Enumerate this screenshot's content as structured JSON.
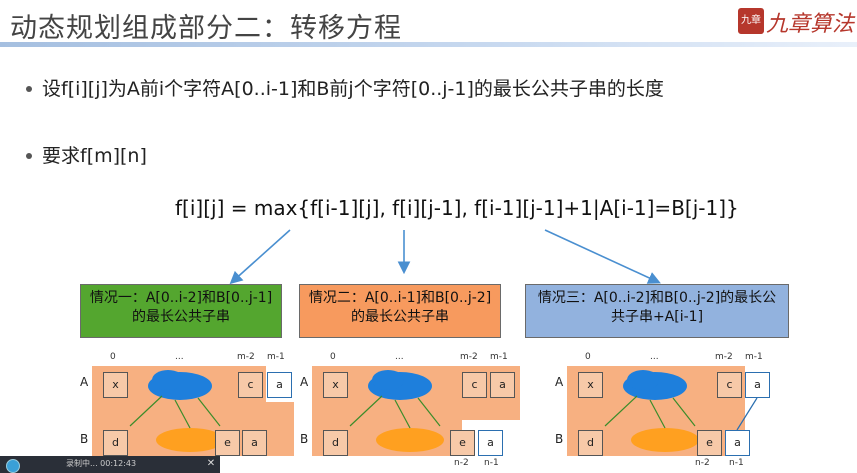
{
  "slide": {
    "title": "动态规划组成部分二：转移方程",
    "logo_text": "九章算法",
    "seal_text": "九章"
  },
  "bullets": [
    "设f[i][j]为A前i个字符A[0..i-1]和B前j个字符[0..j-1]的最长公共子串的长度",
    "要求f[m][n]"
  ],
  "formula": "f[i][j] = max{f[i-1][j], f[i][j-1], f[i-1][j-1]+1|A[i-1]=B[j-1]}",
  "cases": [
    {
      "label": "情况一：A[0..i-2]和B[0..j-1]的最长公共子串",
      "color": "#54a62f"
    },
    {
      "label": "情况二：A[0..i-1]和B[0..j-2]的最长公共子串",
      "color": "#f79a5e"
    },
    {
      "label": "情况三：A[0..i-2]和B[0..j-2]的最长公共子串+A[i-1]",
      "color": "#92b2de"
    }
  ],
  "diagram": {
    "index_top": [
      "0",
      "...",
      "m-2",
      "m-1"
    ],
    "index_bottom": [
      "n-2",
      "n-1"
    ],
    "row_a": "A",
    "row_b": "B",
    "cells_a": [
      "x",
      "c",
      "a"
    ],
    "cells_b": [
      "d",
      "e",
      "a"
    ]
  },
  "taskbar": {
    "status": "录制中... 00:12:43",
    "close": "✕"
  }
}
